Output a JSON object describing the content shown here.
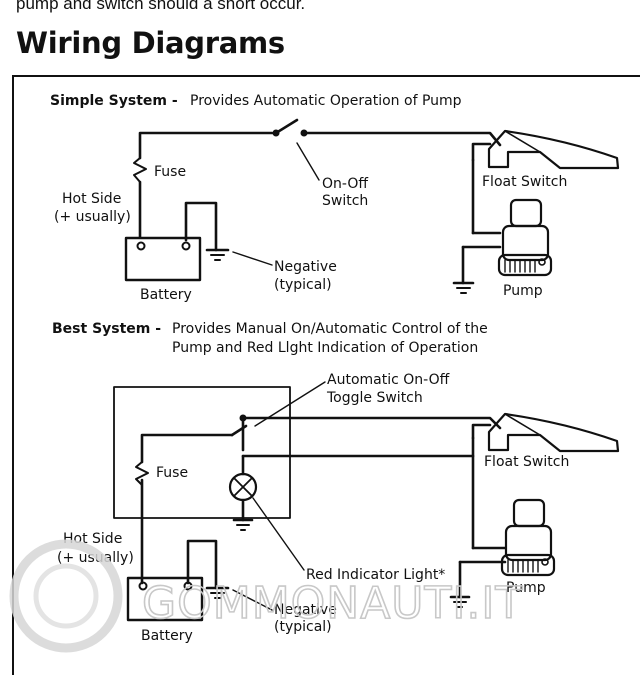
{
  "intro_text": "pump and switch should a short occur.",
  "heading": "Wiring Diagrams",
  "simple": {
    "title": "Simple System -",
    "desc": "Provides Automatic Operation of Pump",
    "fuse": "Fuse",
    "hot_side_1": "Hot Side",
    "hot_side_2": "(+ usually)",
    "battery": "Battery",
    "onoff_1": "On-Off",
    "onoff_2": "Switch",
    "negative_1": "Negative",
    "negative_2": "(typical)",
    "float_switch": "Float Switch",
    "pump": "Pump"
  },
  "best": {
    "title": "Best System -",
    "desc_1": "Provides Manual On/Automatic Control of the",
    "desc_2": "Pump and Red Llght Indication of Operation",
    "toggle_1": "Automatic On-Off",
    "toggle_2": "Toggle Switch",
    "fuse": "Fuse",
    "float_switch": "Float Switch",
    "hot_side_1": "Hot Side",
    "hot_side_2": "(+ usually)",
    "indicator": "Red Indicator Light*",
    "pump": "Pump",
    "battery": "Battery",
    "negative_1": "Negative",
    "negative_2": "(typical)"
  },
  "watermark": "GOMMONAUTI.IT"
}
